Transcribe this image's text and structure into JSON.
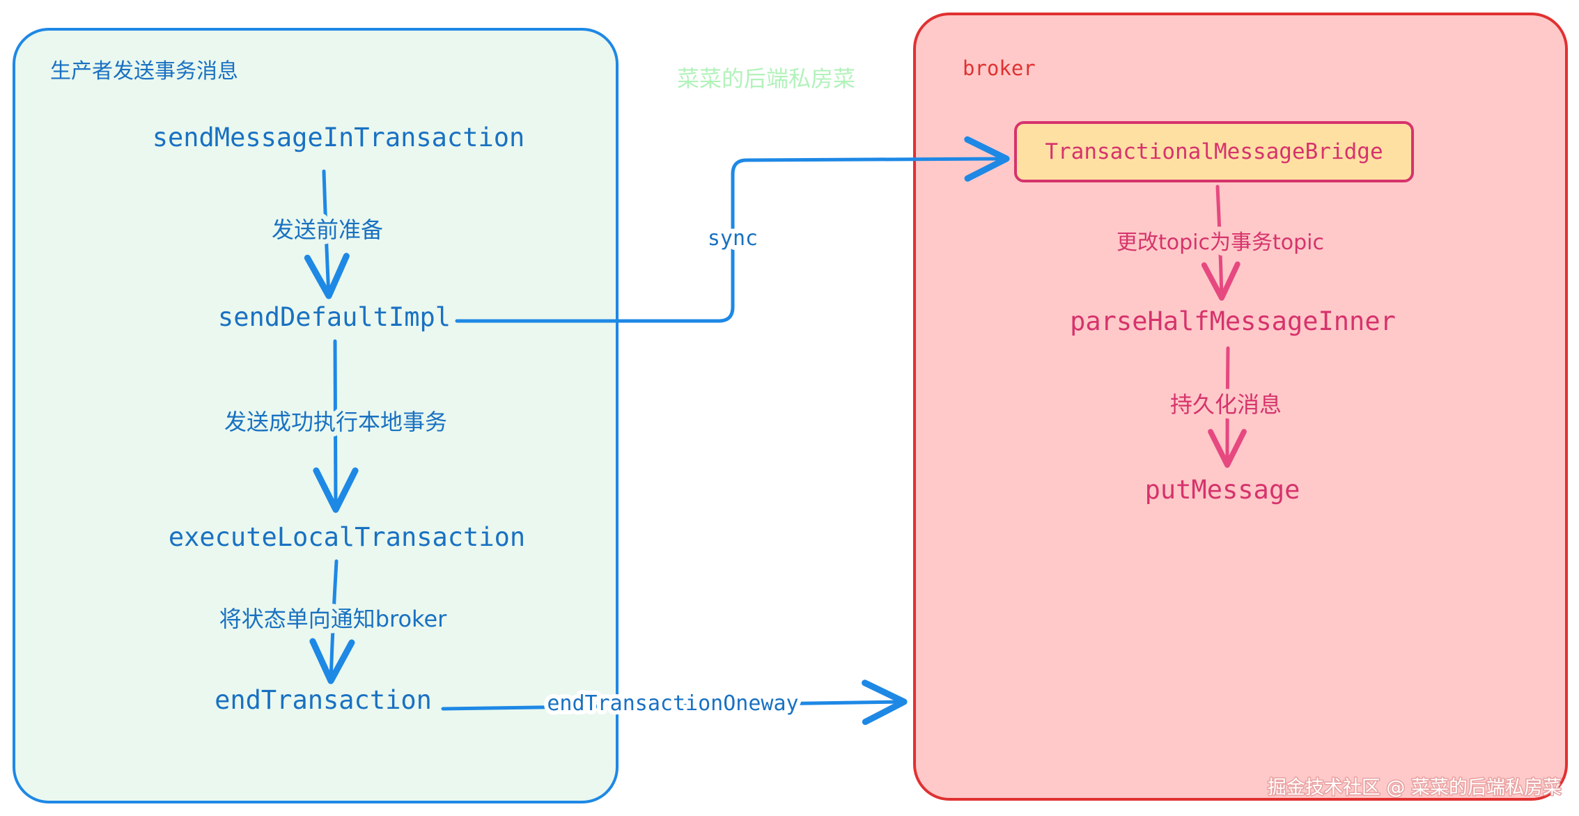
{
  "producer": {
    "title": "生产者发送事务消息",
    "nodes": {
      "send_in_txn": "sendMessageInTransaction",
      "send_default": "sendDefaultImpl",
      "execute_local": "executeLocalTransaction",
      "end_txn": "endTransaction"
    },
    "edges": {
      "prepare": "发送前准备",
      "exec_local": "发送成功执行本地事务",
      "notify": "将状态单向通知broker"
    }
  },
  "broker": {
    "title": "broker",
    "nodes": {
      "bridge": "TransactionalMessageBridge",
      "parse_half": "parseHalfMessageInner",
      "put_message": "putMessage"
    },
    "edges": {
      "change_topic": "更改topic为事务topic",
      "persist": "持久化消息"
    }
  },
  "cross": {
    "sync": "sync",
    "oneway": "endTransactionOneway"
  },
  "brand_center": "菜菜的后端私房菜",
  "footer_watermark": "掘金技术社区 @ 菜菜的后端私房菜",
  "colors": {
    "producer_fill": "#eaf8ef",
    "producer_stroke": "#1e88e5",
    "broker_fill": "#ffc9c9",
    "broker_stroke": "#e03131",
    "bridge_fill": "#ffe0a3",
    "bridge_stroke": "#d6336c",
    "blue_text": "#1971c2",
    "pink_text": "#d6336c",
    "red_text": "#e03131",
    "green_text": "#b2f2bb",
    "watermark_text": "#ffffff"
  }
}
